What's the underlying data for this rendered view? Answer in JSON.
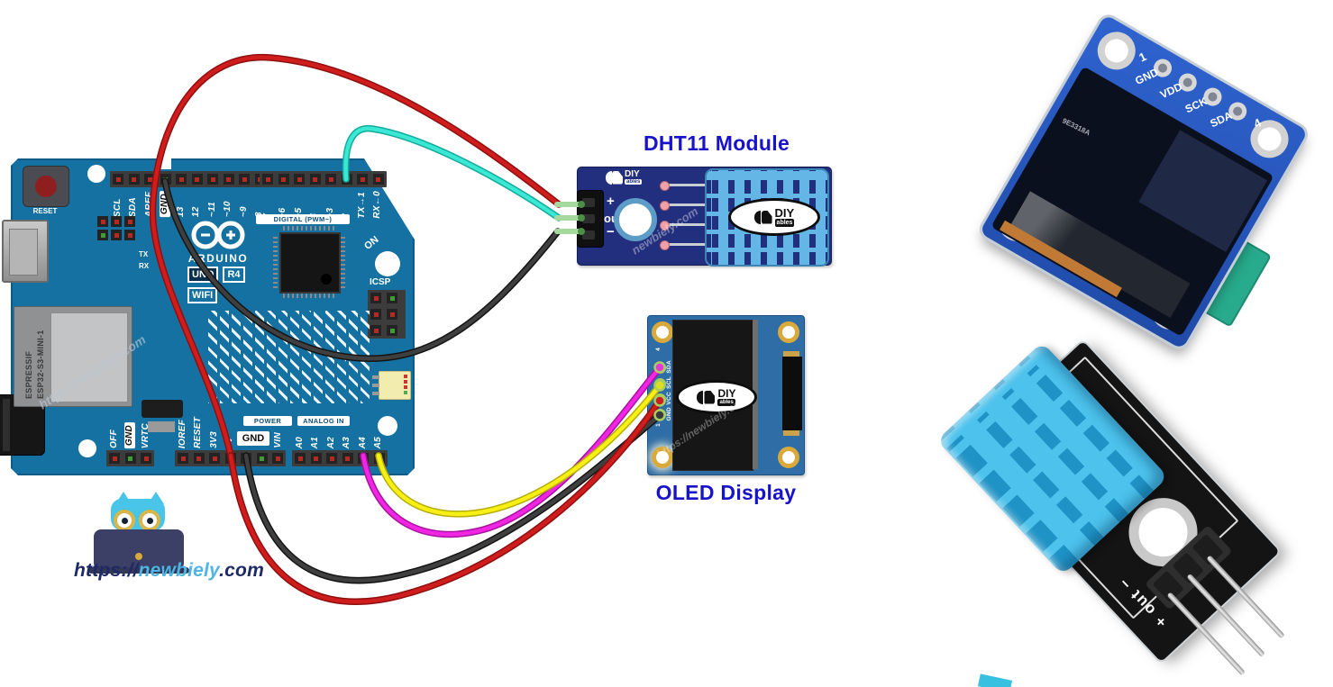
{
  "titles": {
    "dht11": "DHT11 Module",
    "oled": "OLED Display"
  },
  "brand": {
    "diy": "DIY",
    "ables": "ables"
  },
  "colors": {
    "title_blue": "#1812c8",
    "board_blue": "#1471a1",
    "module_navy": "#222e7e",
    "oled_blue": "#2e6da5",
    "sensor_blue": "#63b6e5",
    "wire_red": "#cf1d1d",
    "wire_cyan": "#3ae8d4",
    "wire_black": "#383838",
    "wire_magenta": "#f026e2",
    "wire_yellow": "#f8f014"
  },
  "arduino": {
    "reset_label": "RESET",
    "top_left_pins": [
      "SCL",
      "SDA",
      "AREF",
      "GND",
      "13",
      "12",
      "~11",
      "~10",
      "~9",
      "8"
    ],
    "top_right_pins": [
      "7",
      "~6",
      "~5",
      "4",
      "~3",
      "2",
      "TX→1",
      "RX←0"
    ],
    "digital_label": "DIGITAL (PWM~)",
    "logo_text": "ARDUINO",
    "model": {
      "uno": "UNO",
      "r4": "R4",
      "wifi": "WIFI"
    },
    "tx_label": "TX",
    "rx_label": "RX",
    "on_label": "ON",
    "icsp_label": "ICSP",
    "espressif": {
      "line1": "ESPRESSIF",
      "line2": "ESP32-S3-MINI-1"
    },
    "bottom_left_pins": [
      "OFF",
      "GND",
      "VRTC"
    ],
    "power_label": "POWER",
    "power_pins_rotated": [
      "IOREF",
      "RESET",
      "3V3",
      "5V",
      "VIN"
    ],
    "power_gnd_label": "GND",
    "analog_label": "ANALOG IN",
    "analog_pins": [
      "A0",
      "A1",
      "A2",
      "A3",
      "A4",
      "A5"
    ],
    "watermark": "https://newbiely.com"
  },
  "dht11_module": {
    "pins": [
      "+",
      "out",
      "−"
    ],
    "watermark": "newbiely.com"
  },
  "oled_module": {
    "pin_top_num": "4",
    "pins": [
      "SDA",
      "SCL",
      "VCC",
      "GND"
    ],
    "pin_bottom_num": "1",
    "watermark": "https://newbiely.com"
  },
  "oled_photo": {
    "first_pin": "1",
    "pins": [
      "GND",
      "VDD",
      "SCK",
      "SDA"
    ],
    "last_pin": "4",
    "screen_code": "9E3318A"
  },
  "dht11_photo": {
    "pin_label": "+ out −"
  },
  "branding": {
    "url_prefix": "https://",
    "name": "newbiely",
    "suffix": ".com"
  },
  "wires": [
    {
      "color": "red",
      "from": "arduino-5V",
      "to": "dht11-plus"
    },
    {
      "color": "cyan",
      "from": "arduino-D2",
      "to": "dht11-out"
    },
    {
      "color": "black",
      "from": "arduino-GND-digital",
      "to": "dht11-minus"
    },
    {
      "color": "magenta",
      "from": "arduino-A4",
      "to": "oled-SDA"
    },
    {
      "color": "yellow",
      "from": "arduino-A5",
      "to": "oled-SCL"
    },
    {
      "color": "red",
      "from": "arduino-5V",
      "to": "oled-VCC"
    },
    {
      "color": "black",
      "from": "arduino-GND-power",
      "to": "oled-GND"
    }
  ]
}
